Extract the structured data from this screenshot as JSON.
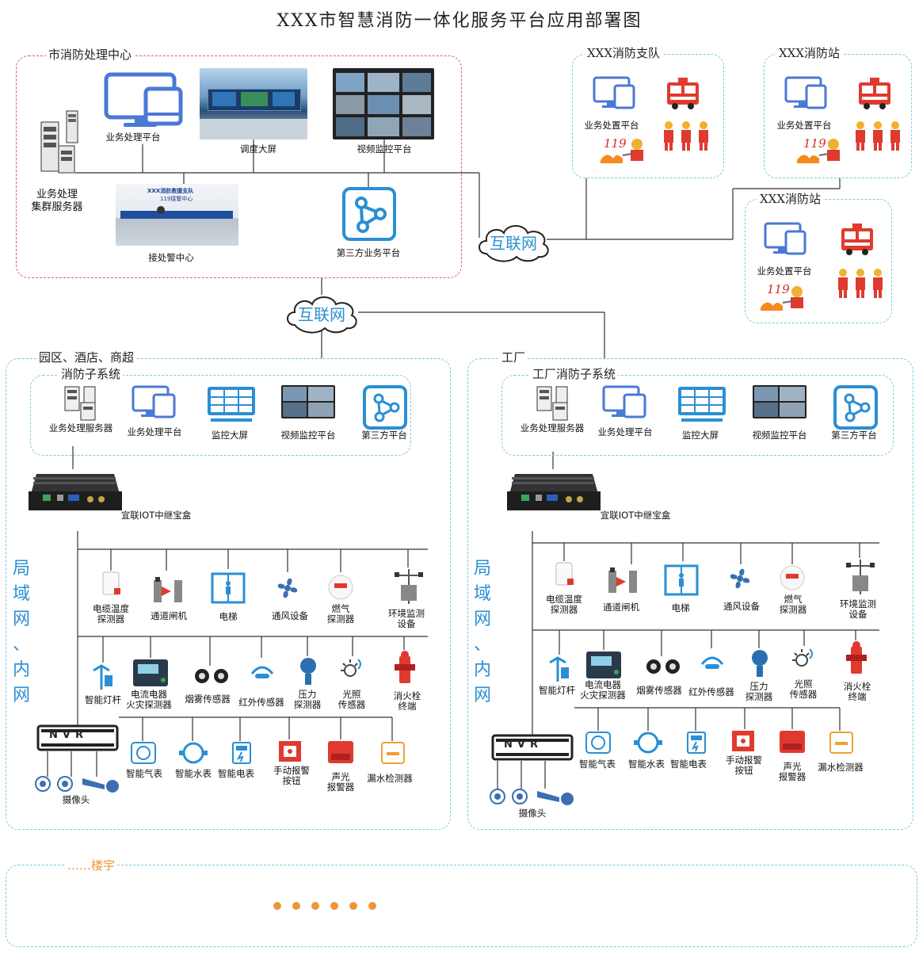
{
  "title": "XXX市智慧消防一体化服务平台应用部署图",
  "city_center": {
    "label": "市消防处理中心",
    "biz_platform": "业务处理平台",
    "dispatch_screen": "调度大屏",
    "video_platform": "视频监控平台",
    "cluster_server": "业务处理\n集群服务器",
    "alarm_center": "接处警中心",
    "alarm_photo_text": "XXX消防救援支队",
    "alarm_photo_sub": "119接警中心",
    "third_party": "第三方业务平台"
  },
  "internet_label": "互联网",
  "brigade": {
    "label": "XXX消防支队",
    "biz_platform": "业务处置平台",
    "number": "119"
  },
  "station1": {
    "label": "XXX消防站",
    "biz_platform": "业务处置平台",
    "number": "119"
  },
  "station2": {
    "label": "XXX消防站",
    "biz_platform": "业务处置平台",
    "number": "119"
  },
  "park": {
    "label": "园区、酒店、商超",
    "subsystem": "消防子系统",
    "servers": [
      "业务处理服务器",
      "业务处理平台",
      "监控大屏",
      "视频监控平台",
      "第三方平台"
    ],
    "gateway": "宜联IOT中继宝盒",
    "lan": [
      "局",
      "域",
      "网",
      "、",
      "内",
      "网"
    ],
    "row1": [
      "电缆温度\n探测器",
      "通道闸机",
      "电梯",
      "通风设备",
      "燃气\n探测器",
      "环境监测\n设备"
    ],
    "row2": [
      "智能灯杆",
      "电流电器\n火灾探测器",
      "烟雾传感器",
      "红外传感器",
      "压力\n探测器",
      "光照\n传感器",
      "消火栓\n终端"
    ],
    "row3": [
      "智能气表",
      "智能水表",
      "智能电表",
      "手动报警\n按钮",
      "声光\n报警器",
      "漏水检测器"
    ],
    "nvr": "NVR",
    "camera": "摄像头"
  },
  "factory": {
    "label": "工厂",
    "subsystem": "工厂消防子系统",
    "servers": [
      "业务处理服务器",
      "业务处理平台",
      "监控大屏",
      "视频监控平台",
      "第三方平台"
    ],
    "gateway": "宜联IOT中继宝盒",
    "lan": [
      "局",
      "域",
      "网",
      "、",
      "内",
      "网"
    ],
    "row1": [
      "电缆温度\n探测器",
      "通道闸机",
      "电梯",
      "通风设备",
      "燃气\n探测器",
      "环境监测\n设备"
    ],
    "row2": [
      "智能灯杆",
      "电流电器\n火灾探测器",
      "烟雾传感器",
      "红外传感器",
      "压力\n探测器",
      "光照\n传感器",
      "消火栓\n终端"
    ],
    "row3": [
      "智能气表",
      "智能水表",
      "智能电表",
      "手动报警\n按钮",
      "声光\n报警器",
      "漏水检测器"
    ],
    "nvr": "NVR",
    "camera": "摄像头"
  },
  "building": {
    "label": "……楼宇"
  }
}
